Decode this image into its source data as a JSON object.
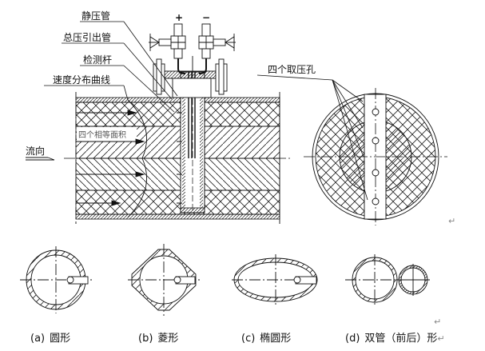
{
  "labels": {
    "static_pressure_tube": "静压管",
    "total_pressure_outlet": "总压引出管",
    "probe_rod": "检测杆",
    "velocity_profile": "速度分布曲线",
    "four_equal_areas": "四个相等面积",
    "flow_direction": "流向",
    "four_taps": "四个取压孔",
    "plus_sign": "+",
    "minus_sign": "−"
  },
  "captions": [
    {
      "tag": "(a)",
      "text": "圆形"
    },
    {
      "tag": "(b)",
      "text": "菱形"
    },
    {
      "tag": "(c)",
      "text": "椭圆形"
    },
    {
      "tag": "(d)",
      "text": "双管（前后）形"
    }
  ],
  "return_mark": "↵",
  "colors": {
    "line": "#111111",
    "hatch": "#222222",
    "return": "#888888"
  }
}
